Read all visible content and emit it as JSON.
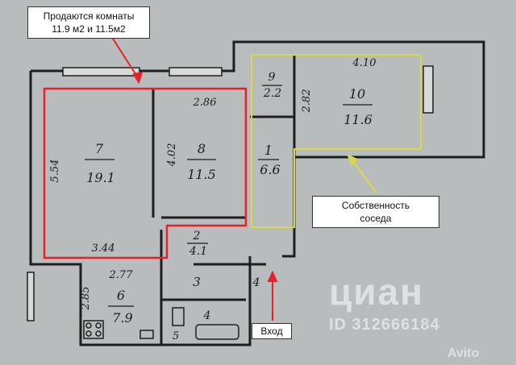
{
  "callouts": {
    "top_line1": "Продаются комнаты",
    "top_line2": "11.9 м2 и 11.5м2",
    "neighbor_line1": "Собственность",
    "neighbor_line2": "соседа",
    "entry": "Вход"
  },
  "rooms": {
    "r7": {
      "num": "7",
      "area": "19.1"
    },
    "r8": {
      "num": "8",
      "area": "11.5"
    },
    "r9": {
      "num": "9",
      "area": "2.2"
    },
    "r10": {
      "num": "10",
      "area": "11.6"
    },
    "r1": {
      "num": "1",
      "area": "6.6"
    },
    "r2": {
      "num": "2",
      "area": "4.1"
    },
    "r3": {
      "num": "3"
    },
    "r4": {
      "num": "4"
    },
    "r5": {
      "num": "5"
    },
    "r6": {
      "num": "6",
      "area": "7.9"
    }
  },
  "dimensions": {
    "d554": "5.54",
    "d402": "4.02",
    "d286": "2.86",
    "d344": "3.44",
    "d277": "2.77",
    "d285": "2.85",
    "d282": "2.82",
    "d410": "4.10"
  },
  "watermark": {
    "brand": "циан",
    "id": "ID 312666184",
    "avito": "Avito"
  },
  "colors": {
    "sold_outline": "#e8202a",
    "neighbor_outline": "#d8d84a",
    "wall": "#1e1e1e",
    "background": "#b9bcbc"
  }
}
